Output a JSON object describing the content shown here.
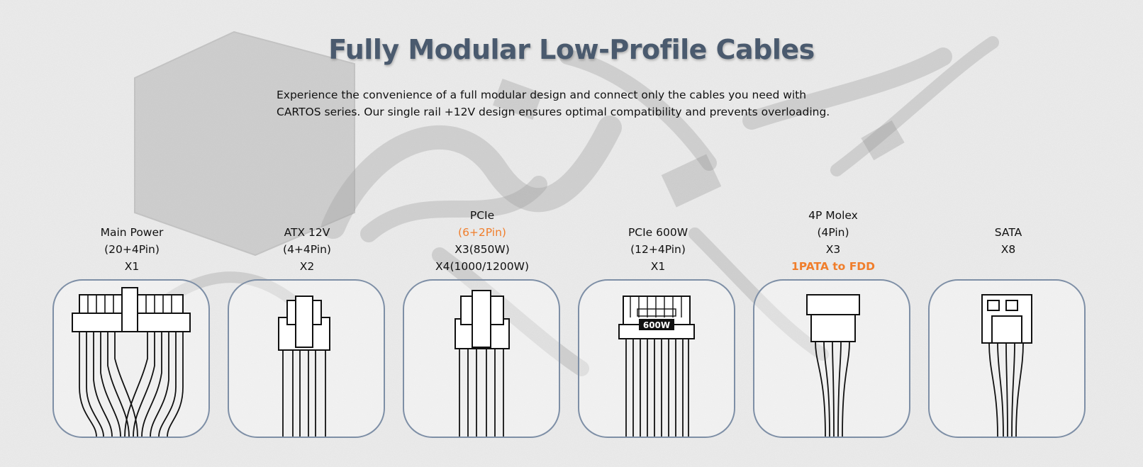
{
  "header": {
    "title": "Fully Modular Low-Profile Cables",
    "description_line1": "Experience the convenience of a full modular design and connect only the cables you need with",
    "description_line2": "CARTOS series. Our single rail +12V design ensures optimal compatibility and prevents overloading."
  },
  "colors": {
    "title": "#4a5a6e",
    "accent_orange": "#f07e2c",
    "card_border": "#7e8fa6"
  },
  "cables": [
    {
      "name": "Main Power",
      "detail": "(20+4Pin)",
      "count": "X1",
      "icon": "main-power-connector-icon"
    },
    {
      "name": "ATX 12V",
      "detail": "(4+4Pin)",
      "count": "X2",
      "icon": "atx-12v-connector-icon"
    },
    {
      "name": "PCIe",
      "detail": "(6+2Pin)",
      "count": "X3(850W)",
      "count2": "X4(1000/1200W)",
      "icon": "pcie-connector-icon"
    },
    {
      "name": "PCIe 600W",
      "detail": "(12+4Pin)",
      "count": "X1",
      "connector_text": "600W",
      "icon": "pcie-600w-connector-icon"
    },
    {
      "name": "4P Molex",
      "detail": "(4Pin)",
      "count": "X3",
      "note": "1PATA to FDD",
      "icon": "molex-connector-icon"
    },
    {
      "name": "SATA",
      "count": "X8",
      "icon": "sata-connector-icon"
    }
  ]
}
